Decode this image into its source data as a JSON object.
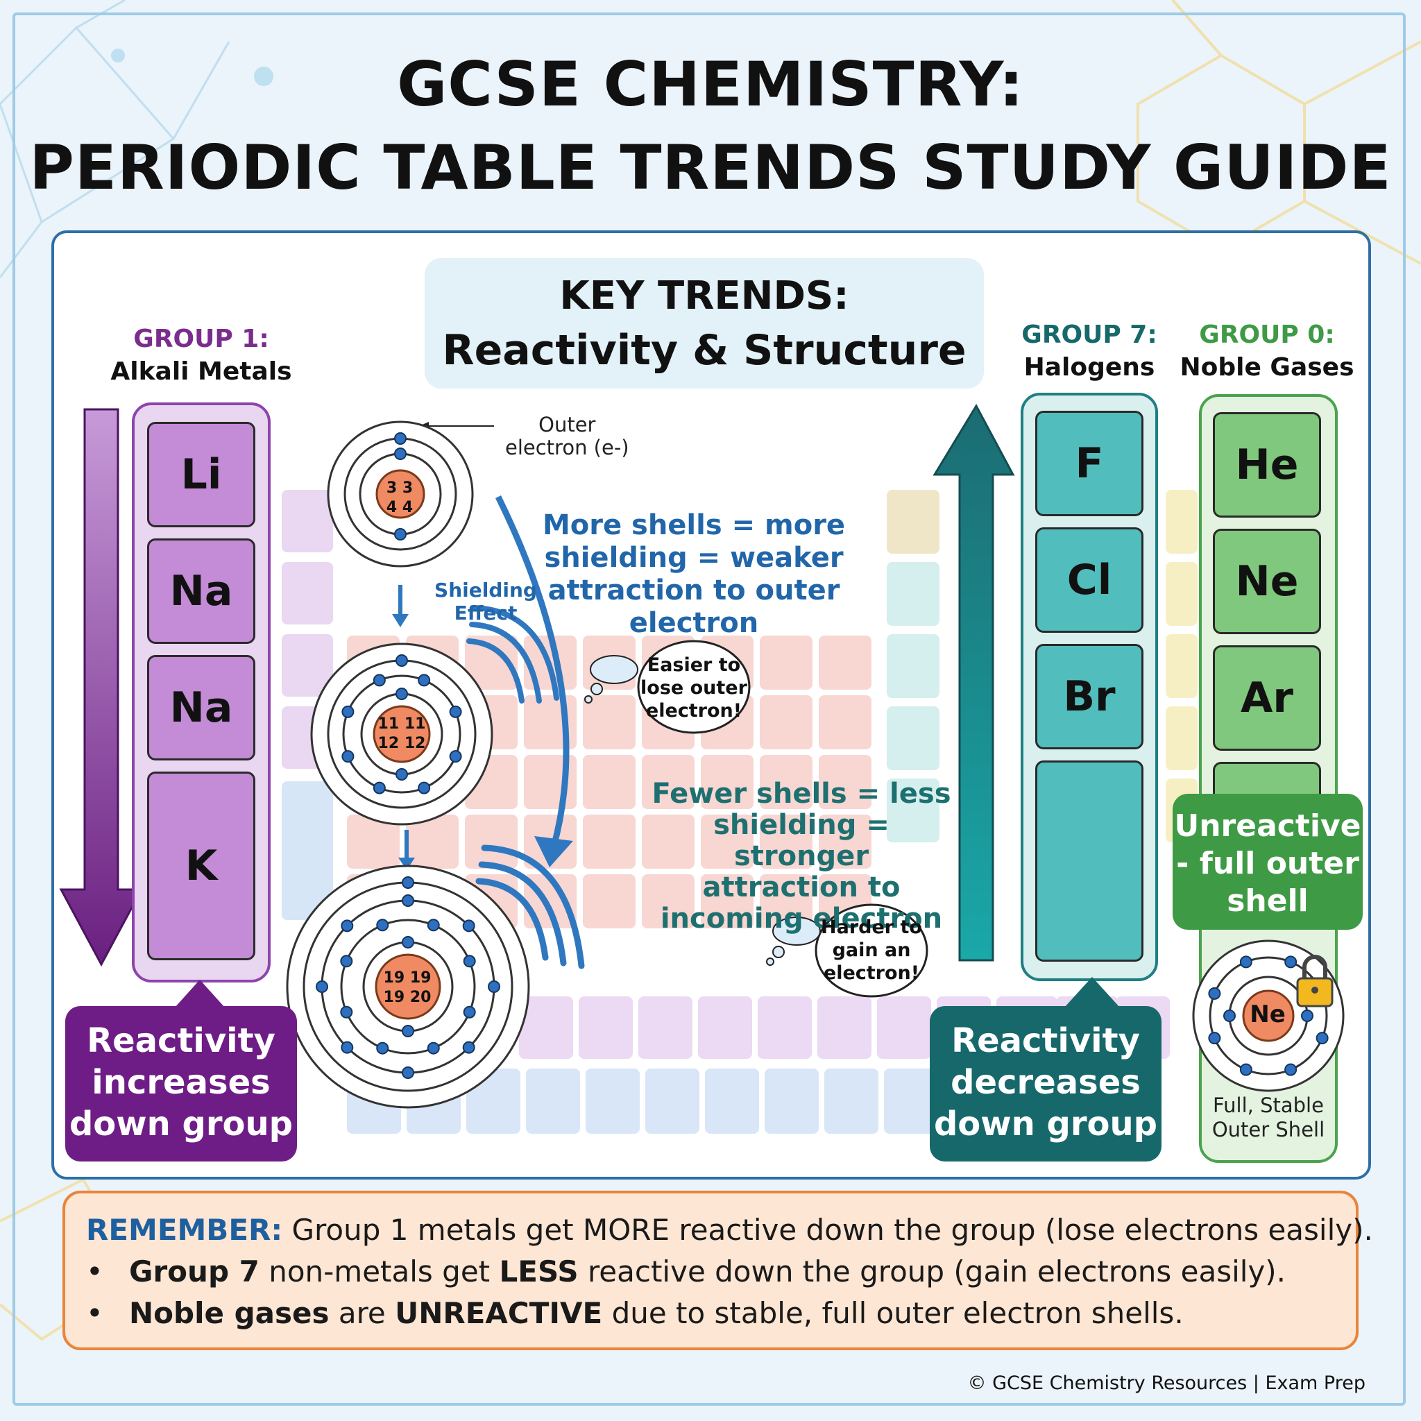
{
  "title": {
    "line1": "GCSE CHEMISTRY:",
    "line2": "PERIODIC TABLE TRENDS STUDY GUIDE"
  },
  "key_trends": {
    "heading": "KEY TRENDS:",
    "subheading": "Reactivity & Structure"
  },
  "group1": {
    "label": "GROUP 1:",
    "name": "Alkali Metals",
    "elements": [
      "Li",
      "Na",
      "Na",
      "K"
    ],
    "callout": [
      "Reactivity",
      "increases",
      "down group"
    ],
    "color": "#7b2d8e"
  },
  "group7": {
    "label": "GROUP 7:",
    "name": "Halogens",
    "elements": [
      "F",
      "Cl",
      "Br"
    ],
    "callout": [
      "Reactivity",
      "decreases",
      "down group"
    ],
    "color": "#16686b"
  },
  "group0": {
    "label": "GROUP 0:",
    "name": "Noble Gases",
    "elements": [
      "He",
      "Ne",
      "Ar"
    ],
    "callout": [
      "Unreactive",
      "- full outer",
      "shell"
    ],
    "atom_label": "Ne",
    "atom_caption": [
      "Full, Stable",
      "Outer Shell"
    ],
    "color": "#3f9a45"
  },
  "atoms": {
    "outer_label": [
      "Outer",
      "electron (e-)"
    ],
    "shielding_label": [
      "Shielding",
      "Effect"
    ],
    "nucleus1": [
      "3 3",
      "4 4"
    ],
    "nucleus2": [
      "11 11",
      "12 12"
    ],
    "nucleus3": [
      "19 19",
      "19 20"
    ]
  },
  "notes": {
    "more_shells": [
      "More shells = more",
      "shielding = weaker",
      "attraction to outer",
      "electron"
    ],
    "easier_bubble": [
      "Easier to",
      "lose outer",
      "electron!"
    ],
    "fewer_shells": [
      "Fewer shells = less",
      "shielding = stronger",
      "attraction to",
      "incoming electron"
    ],
    "harder_bubble": [
      "Harder to",
      "gain an",
      "electron!"
    ]
  },
  "remember": {
    "label": "REMEMBER:",
    "line1": "Group 1 metals get MORE reactive down the group (lose electrons easily).",
    "bullet2_bold1": "Group 7",
    "bullet2_text1": "non-metals get",
    "bullet2_bold2": "LESS",
    "bullet2_text2": "reactive down the group (gain electrons easily).",
    "bullet3_bold1": "Noble gases",
    "bullet3_text1": "are",
    "bullet3_bold2": "UNREACTIVE",
    "bullet3_text2": "due to stable, full outer electron shells."
  },
  "footer": "© GCSE Chemistry Resources | Exam Prep"
}
